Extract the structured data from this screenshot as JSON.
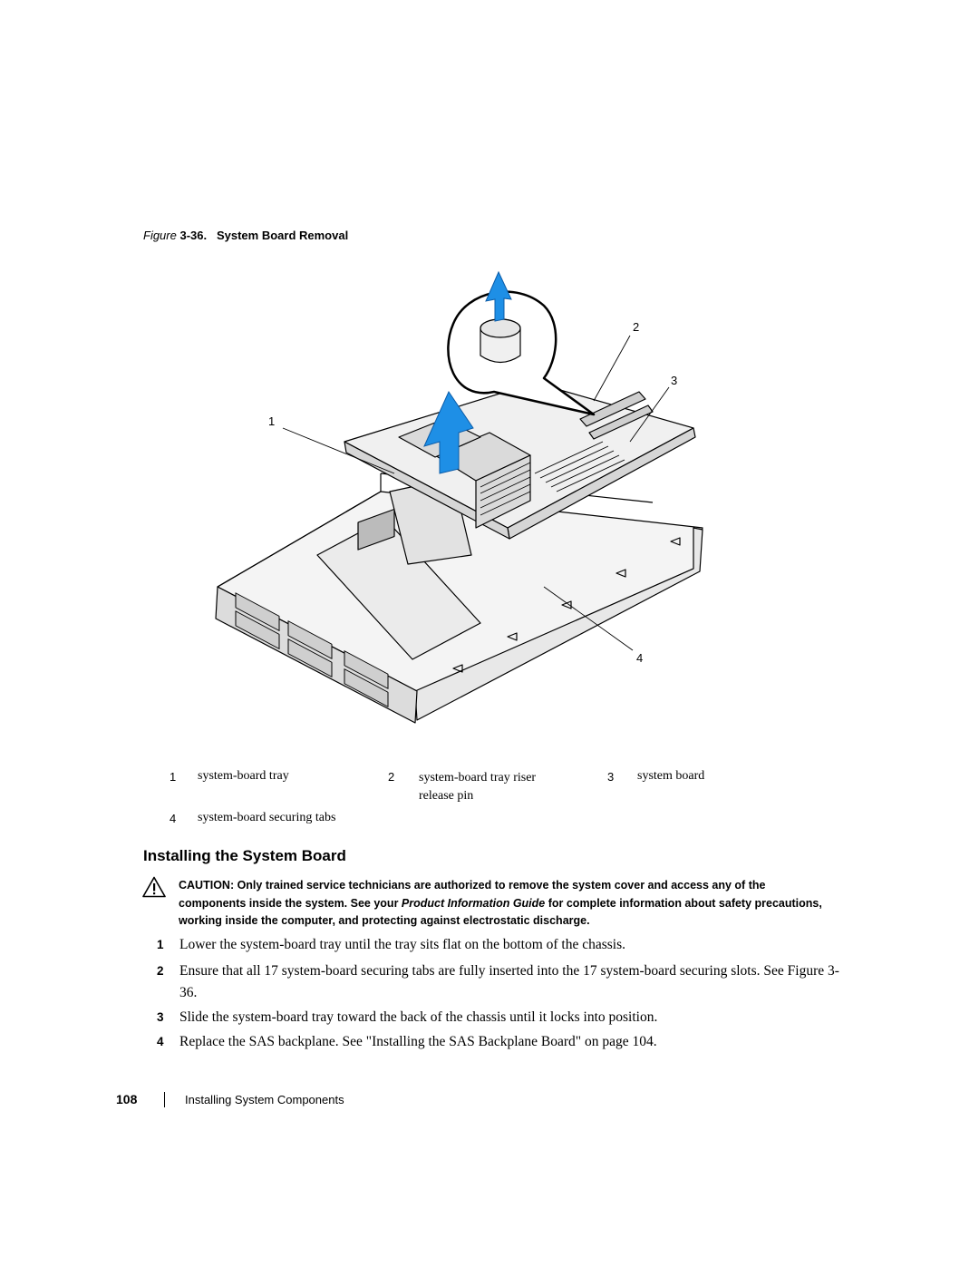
{
  "figure": {
    "label": "Figure",
    "number": "3-36.",
    "title": "System Board Removal",
    "callouts": [
      "1",
      "2",
      "3",
      "4"
    ]
  },
  "legend": [
    {
      "num": "1",
      "text": "system-board tray"
    },
    {
      "num": "2",
      "text": "system-board tray riser release pin"
    },
    {
      "num": "3",
      "text": "system board"
    },
    {
      "num": "4",
      "text": "system-board securing tabs"
    }
  ],
  "section_heading": "Installing the System Board",
  "caution": {
    "lead": "CAUTION: Only trained service technicians are authorized to remove the system cover and access any of the components inside the system. See your ",
    "guide": "Product Information Guide",
    "rest": " for complete information about safety precautions, working inside the computer, and protecting against electrostatic discharge."
  },
  "steps": [
    {
      "num": "1",
      "text": "Lower the system-board tray until the tray sits flat on the bottom of the chassis."
    },
    {
      "num": "2",
      "text": "Ensure that all 17 system-board securing tabs are fully inserted into the 17 system-board securing slots. See Figure 3-36."
    },
    {
      "num": "3",
      "text": "Slide the system-board tray toward the back of the chassis until it locks into position."
    },
    {
      "num": "4",
      "text": "Replace the SAS backplane. See \"Installing the SAS Backplane Board\" on page 104."
    }
  ],
  "footer": {
    "page_number": "108",
    "section": "Installing System Components"
  },
  "colors": {
    "arrow_blue": "#1e8fe6",
    "line_art": "#000000"
  }
}
